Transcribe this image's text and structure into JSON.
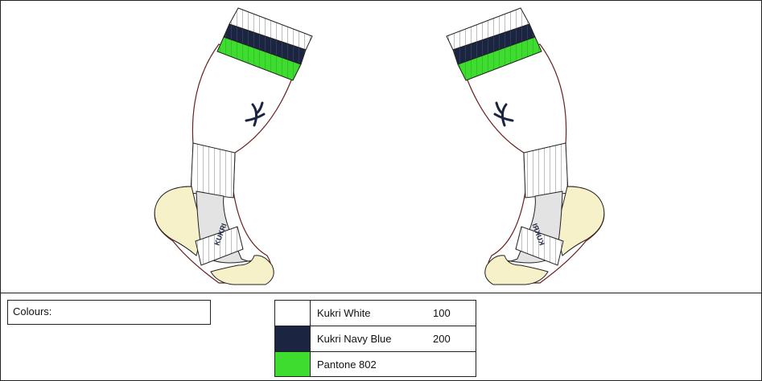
{
  "colours_label": "Colours:",
  "palette": [
    {
      "name": "Kukri White",
      "code": "100",
      "hex": "#ffffff"
    },
    {
      "name": "Kukri Navy Blue",
      "code": "200",
      "hex": "#1b2541"
    },
    {
      "name": "Pantone 802",
      "code": "",
      "hex": "#3ddc2f"
    }
  ],
  "accent_colors": {
    "cream": "#f6f1c9",
    "grey": "#e3e3e3",
    "outline": "#6b1f1f"
  },
  "logos": {
    "calf_mark": "Kukri logo",
    "foot_mark": "KUKRI"
  }
}
